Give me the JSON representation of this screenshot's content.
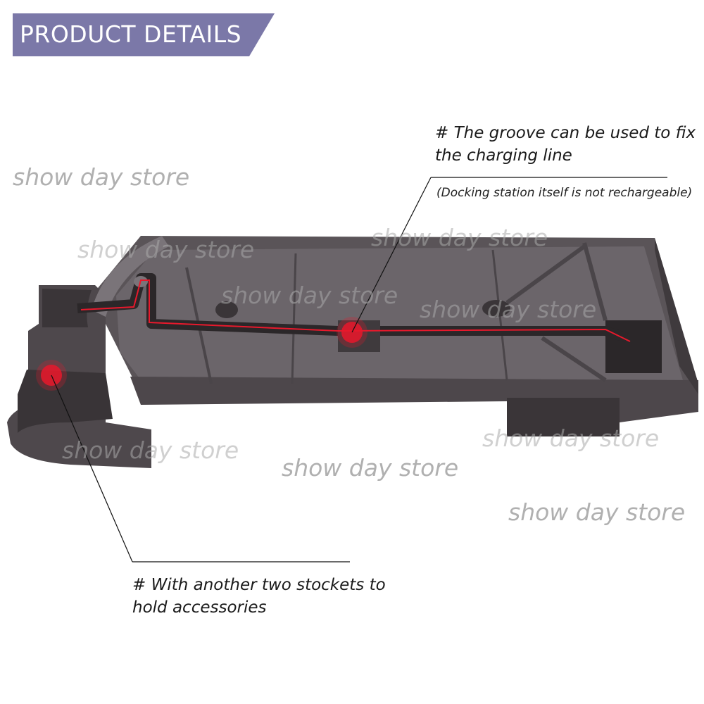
{
  "banner": {
    "label": "PRODUCT DETAILS",
    "color": "#7b78a8"
  },
  "watermarks": [
    "show day store",
    "show day store",
    "show day store",
    "show day store",
    "show day store",
    "show day store",
    "show day store"
  ],
  "callouts": {
    "groove": {
      "line1": "# The groove can be used to fix",
      "line2": "the charging line",
      "note": "(Docking station itself is not rechargeable)"
    },
    "sockets": {
      "line1": "# With another two stockets to",
      "line2": "hold accessories"
    }
  },
  "colors": {
    "marker": "#e8192c",
    "product": "#4a4549"
  }
}
